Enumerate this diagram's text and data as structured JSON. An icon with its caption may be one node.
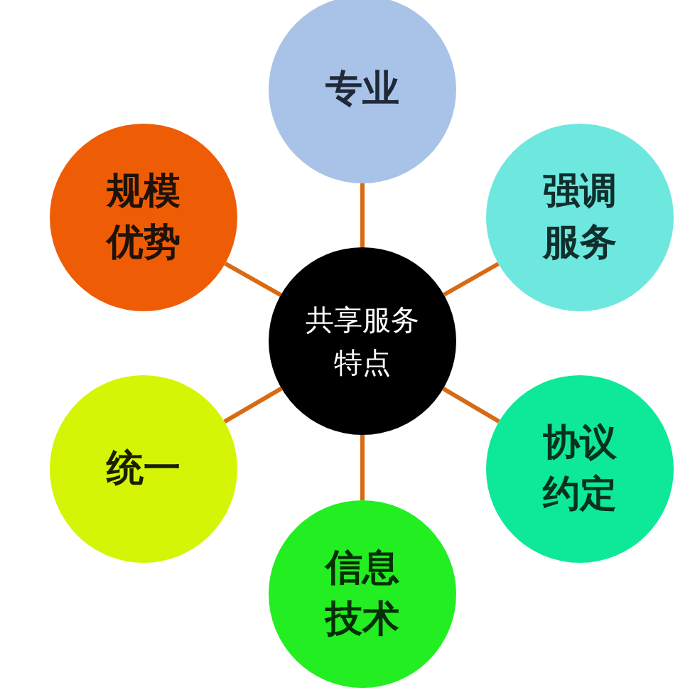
{
  "diagram": {
    "nodes": [
      {
        "text": [
          "专业"
        ]
      },
      {
        "text": [
          "规模优势"
        ]
      },
      {
        "text": [
          "强调服务"
        ]
      },
      {
        "text": [
          "共享服务特点"
        ]
      },
      {
        "text": [
          "统一"
        ]
      },
      {
        "text": [
          "协议约定"
        ]
      },
      {
        "text": [
          "信息技术"
        ]
      }
    ],
    "edges": [
      {
        "from": 3,
        "to": 0,
        "arrow": "none"
      },
      {
        "from": 3,
        "to": 1,
        "arrow": "none"
      },
      {
        "from": 3,
        "to": 2,
        "arrow": "none"
      },
      {
        "from": 3,
        "to": 4,
        "arrow": "none"
      },
      {
        "from": 3,
        "to": 5,
        "arrow": "none"
      },
      {
        "from": 3,
        "to": 6,
        "arrow": "none"
      }
    ]
  }
}
